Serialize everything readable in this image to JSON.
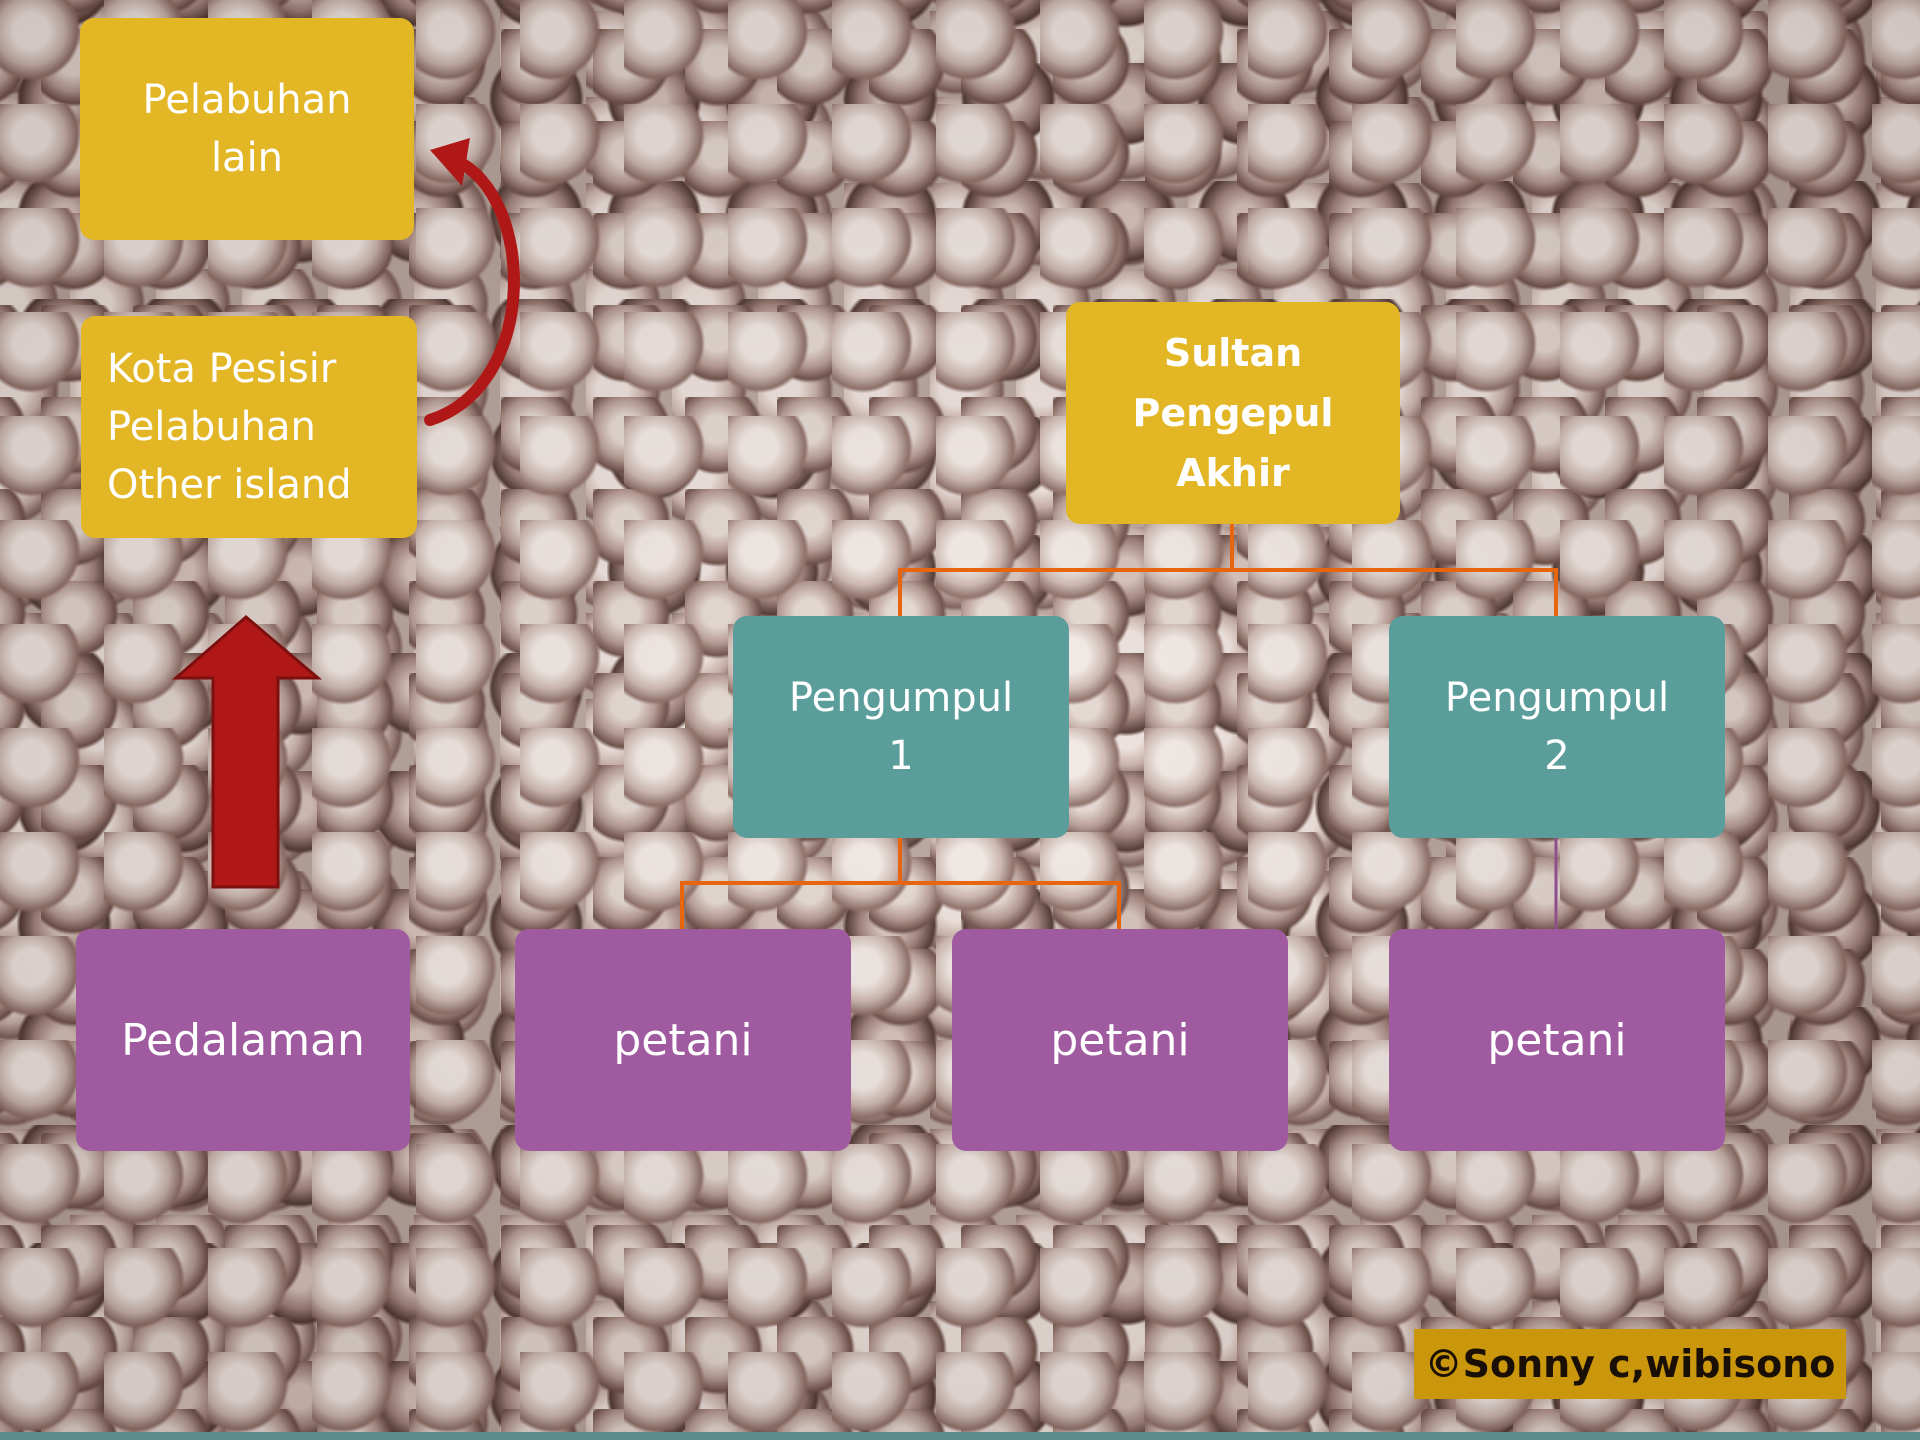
{
  "nodes": {
    "pelabuhan_lain": "Pelabuhan\nlain",
    "kota_pesisir": "Kota  Pesisir\nPelabuhan\nOther island",
    "sultan": "Sultan\nPengepul\nAkhir",
    "pengumpul_1": "Pengumpul\n1",
    "pengumpul_2": "Pengumpul\n2",
    "pedalaman": "Pedalaman",
    "petani_1": "petani",
    "petani_2": "petani",
    "petani_3": "petani"
  },
  "credit": "©Sonny c,wibisono",
  "colors": {
    "yellow": "#e3b626",
    "teal": "#5a9d9b",
    "purple": "#a05ba0",
    "connector": "#e8650f",
    "arrow": "#b01818",
    "credit_bg": "#c9960c"
  }
}
